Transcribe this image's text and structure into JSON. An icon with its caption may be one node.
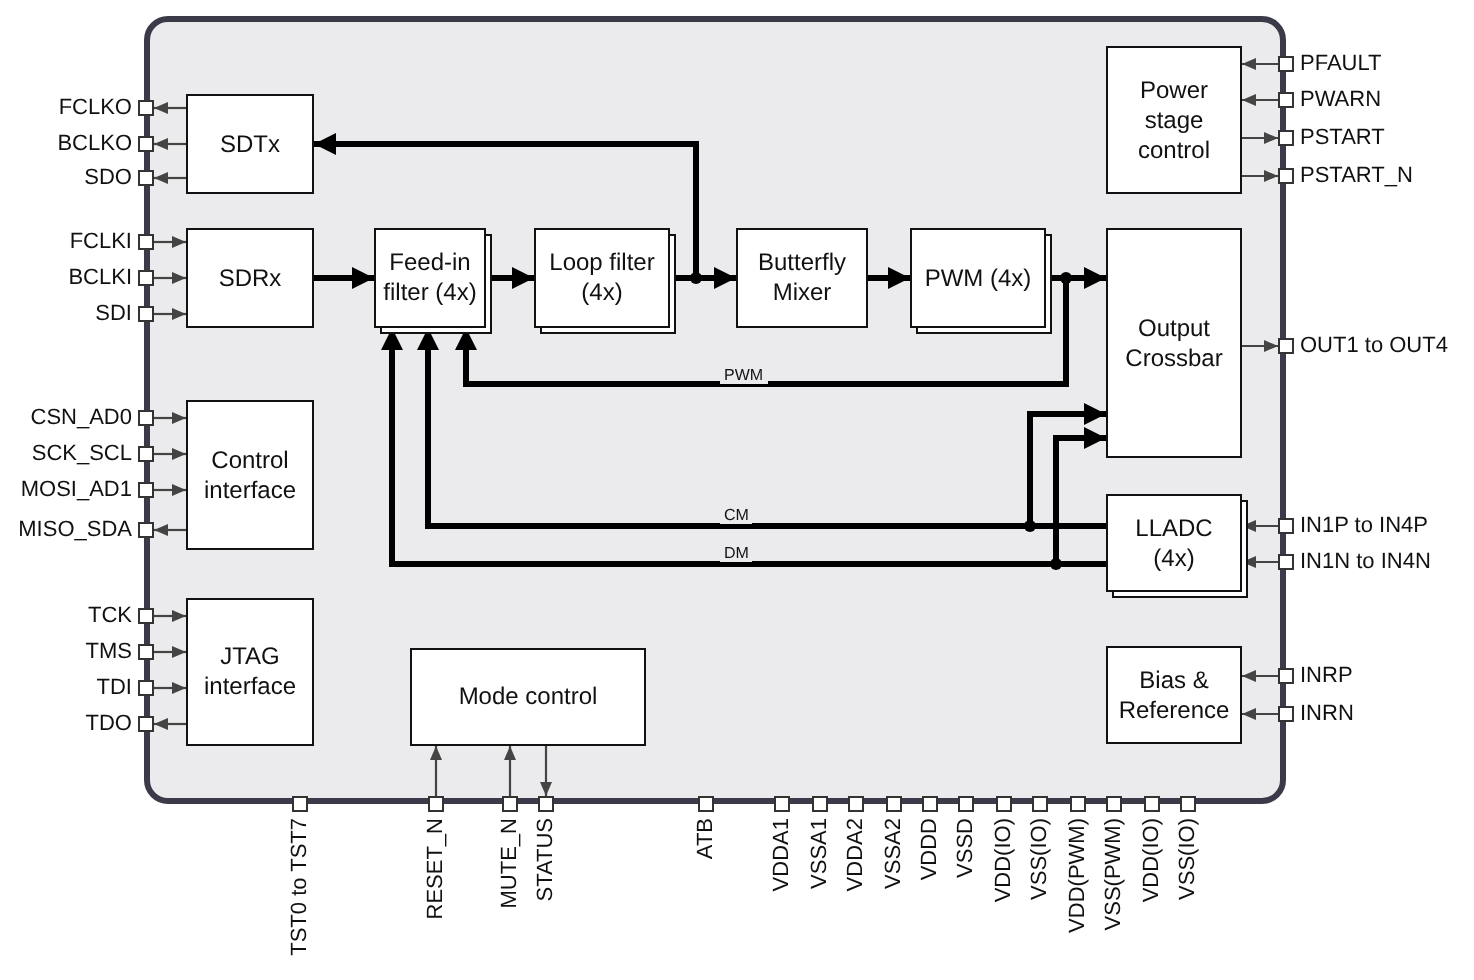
{
  "diagram": {
    "nodes": [
      {
        "text": [],
        "shape": "box"
      },
      {
        "text": [
          "SDTx"
        ],
        "in": 0
      },
      {
        "text": [
          "SDRx"
        ],
        "in": 0
      },
      {
        "text": [
          "Feed-in filter (4x)"
        ],
        "in": 0
      },
      {
        "text": [
          "Loop filter (4x)"
        ],
        "in": 0
      },
      {
        "text": [
          "Butterfly Mixer"
        ],
        "in": 0
      },
      {
        "text": [
          "PWM (4x)"
        ],
        "in": 0
      },
      {
        "text": [
          "Power stage control"
        ],
        "in": 0
      },
      {
        "text": [
          "Output Crossbar"
        ],
        "in": 0
      },
      {
        "text": [
          "Control interface"
        ],
        "in": 0
      },
      {
        "text": [
          "LLADC (4x)"
        ],
        "in": 0
      },
      {
        "text": [
          "JTAG interface"
        ],
        "in": 0
      },
      {
        "text": [
          "Bias & Reference"
        ],
        "in": 0
      },
      {
        "text": [
          "Mode control"
        ],
        "in": 0
      },
      {
        "text": [
          "FCLKO"
        ]
      },
      {
        "text": [
          "BCLKO"
        ]
      },
      {
        "text": [
          "SDO"
        ]
      },
      {
        "text": [
          "FCLKI"
        ]
      },
      {
        "text": [
          "BCLKI"
        ]
      },
      {
        "text": [
          "SDI"
        ]
      },
      {
        "text": [
          "CSN_AD0"
        ]
      },
      {
        "text": [
          "SCK_SCL"
        ]
      },
      {
        "text": [
          "MOSI_AD1"
        ]
      },
      {
        "text": [
          "MISO_SDA"
        ]
      },
      {
        "text": [
          "TCK"
        ]
      },
      {
        "text": [
          "TMS"
        ]
      },
      {
        "text": [
          "TDI"
        ]
      },
      {
        "text": [
          "TDO"
        ]
      },
      {
        "text": [
          "PFAULT"
        ]
      },
      {
        "text": [
          "PWARN"
        ]
      },
      {
        "text": [
          "PSTART"
        ]
      },
      {
        "text": [
          "PSTART_N"
        ]
      },
      {
        "text": [
          "OUT1 to OUT4"
        ]
      },
      {
        "text": [
          "IN1P to IN4P"
        ]
      },
      {
        "text": [
          "IN1N to IN4N"
        ]
      },
      {
        "text": [
          "INRP"
        ]
      },
      {
        "text": [
          "INRN"
        ]
      },
      {
        "text": [
          "TST0 to TST7"
        ]
      },
      {
        "text": [
          "RESET_N"
        ]
      },
      {
        "text": [
          "MUTE_N"
        ]
      },
      {
        "text": [
          "STATUS"
        ]
      },
      {
        "text": [
          "ATB"
        ]
      },
      {
        "text": [
          "VDDA1"
        ]
      },
      {
        "text": [
          "VSSA1"
        ]
      },
      {
        "text": [
          "VDDA2"
        ]
      },
      {
        "text": [
          "VSSA2"
        ]
      },
      {
        "text": [
          "VDDD"
        ]
      },
      {
        "text": [
          "VSSD"
        ]
      },
      {
        "text": [
          "VDD(IO)"
        ]
      },
      {
        "text": [
          "VSS(IO)"
        ]
      },
      {
        "text": [
          "VDD(PWM)"
        ]
      },
      {
        "text": [
          "VSS(PWM)"
        ]
      },
      {
        "text": [
          "VDD(IO)"
        ]
      },
      {
        "text": [
          "VSS(IO)"
        ]
      }
    ],
    "edges": [
      {
        "from": 1,
        "to": 14,
        "arrow": "to"
      },
      {
        "from": 1,
        "to": 15,
        "arrow": "to"
      },
      {
        "from": 1,
        "to": 16,
        "arrow": "to"
      },
      {
        "from": 17,
        "to": 2,
        "arrow": "to"
      },
      {
        "from": 18,
        "to": 2,
        "arrow": "to"
      },
      {
        "from": 19,
        "to": 2,
        "arrow": "to"
      },
      {
        "from": 20,
        "to": 9,
        "arrow": "to"
      },
      {
        "from": 21,
        "to": 9,
        "arrow": "to"
      },
      {
        "from": 22,
        "to": 9,
        "arrow": "to"
      },
      {
        "from": 9,
        "to": 23,
        "arrow": "to"
      },
      {
        "from": 24,
        "to": 11,
        "arrow": "to"
      },
      {
        "from": 25,
        "to": 11,
        "arrow": "to"
      },
      {
        "from": 26,
        "to": 11,
        "arrow": "to"
      },
      {
        "from": 11,
        "to": 27,
        "arrow": "to"
      },
      {
        "from": 28,
        "to": 7,
        "arrow": "to"
      },
      {
        "from": 29,
        "to": 7,
        "arrow": "to"
      },
      {
        "from": 7,
        "to": 30,
        "arrow": "to"
      },
      {
        "from": 7,
        "to": 31,
        "arrow": "to"
      },
      {
        "from": 8,
        "to": 32,
        "arrow": "to"
      },
      {
        "from": 33,
        "to": 10,
        "arrow": "to"
      },
      {
        "from": 34,
        "to": 10,
        "arrow": "to"
      },
      {
        "from": 35,
        "to": 12,
        "arrow": "to"
      },
      {
        "from": 36,
        "to": 12,
        "arrow": "to"
      },
      {
        "from": 38,
        "to": 13,
        "arrow": "to"
      },
      {
        "from": 39,
        "to": 13,
        "arrow": "to"
      },
      {
        "from": 13,
        "to": 40,
        "arrow": "to"
      },
      {
        "from": 2,
        "to": 3,
        "arrow": "to",
        "style": "thick"
      },
      {
        "from": 3,
        "to": 4,
        "arrow": "to",
        "style": "thick"
      },
      {
        "from": 4,
        "to": 5,
        "arrow": "to",
        "style": "thick"
      },
      {
        "from": 4,
        "to": 1,
        "arrow": "to",
        "style": "thick"
      },
      {
        "from": 5,
        "to": 6,
        "arrow": "to",
        "style": "thick"
      },
      {
        "from": 6,
        "to": 8,
        "arrow": "to",
        "style": "thick"
      },
      {
        "from": 6,
        "to": 3,
        "arrow": "to",
        "style": "thick",
        "label": "PWM"
      },
      {
        "from": 10,
        "to": 3,
        "arrow": "to",
        "style": "thick",
        "label": "CM"
      },
      {
        "from": 10,
        "to": 3,
        "arrow": "to",
        "style": "thick",
        "label": "DM"
      },
      {
        "from": 10,
        "to": 8,
        "arrow": "to",
        "style": "thick"
      },
      {
        "from": 10,
        "to": 8,
        "arrow": "to",
        "style": "thick"
      }
    ]
  }
}
